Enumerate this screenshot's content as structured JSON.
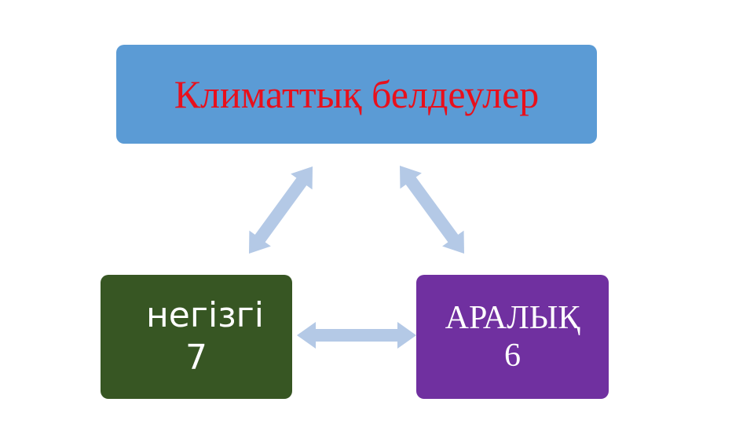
{
  "colors": {
    "top": "#5b9bd5",
    "left": "#375623",
    "right": "#7030a0",
    "arrow": "#b4c9e6",
    "title_text": "#e8101c"
  },
  "top_box": {
    "label": "Климаттық белдеулер"
  },
  "left_box": {
    "line1": "негізгі",
    "line2": "7"
  },
  "right_box": {
    "line1": "АРАЛЫҚ",
    "line2": "6"
  },
  "connections": [
    {
      "from": "Климаттық белдеулер",
      "to": "негізгі",
      "type": "double-arrow"
    },
    {
      "from": "Климаттық белдеулер",
      "to": "АРАЛЫҚ",
      "type": "double-arrow"
    },
    {
      "from": "негізгі",
      "to": "АРАЛЫҚ",
      "type": "double-arrow"
    }
  ]
}
